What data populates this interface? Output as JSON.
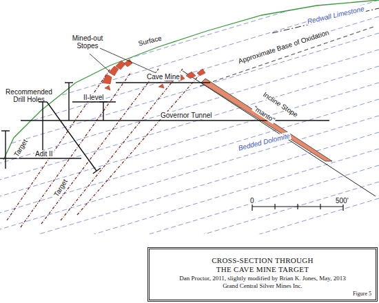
{
  "diagram": {
    "nodes": [
      {
        "text": [
          "CROSS-SECTION THROUGH THE CAVE MINE TARGET",
          "Dan Proctor, 2011, slightly modified by Brian K. Jones, May, 2013",
          "Grand Central Silver Mines Inc.",
          "Figure 5"
        ]
      }
    ],
    "edges": [],
    "labels": [
      "Mined-out Stopes",
      "Recommended Drill Holes",
      "Surface",
      "Redwall Limestone",
      "Approximate Base of Oxidation",
      "Cave Mine",
      "Incline Stope",
      "\"manto\"",
      "II-level",
      "Governor Tunnel",
      "Bedded Dolomite",
      "Target",
      "Adit II",
      "Target",
      "0",
      "500'"
    ]
  }
}
